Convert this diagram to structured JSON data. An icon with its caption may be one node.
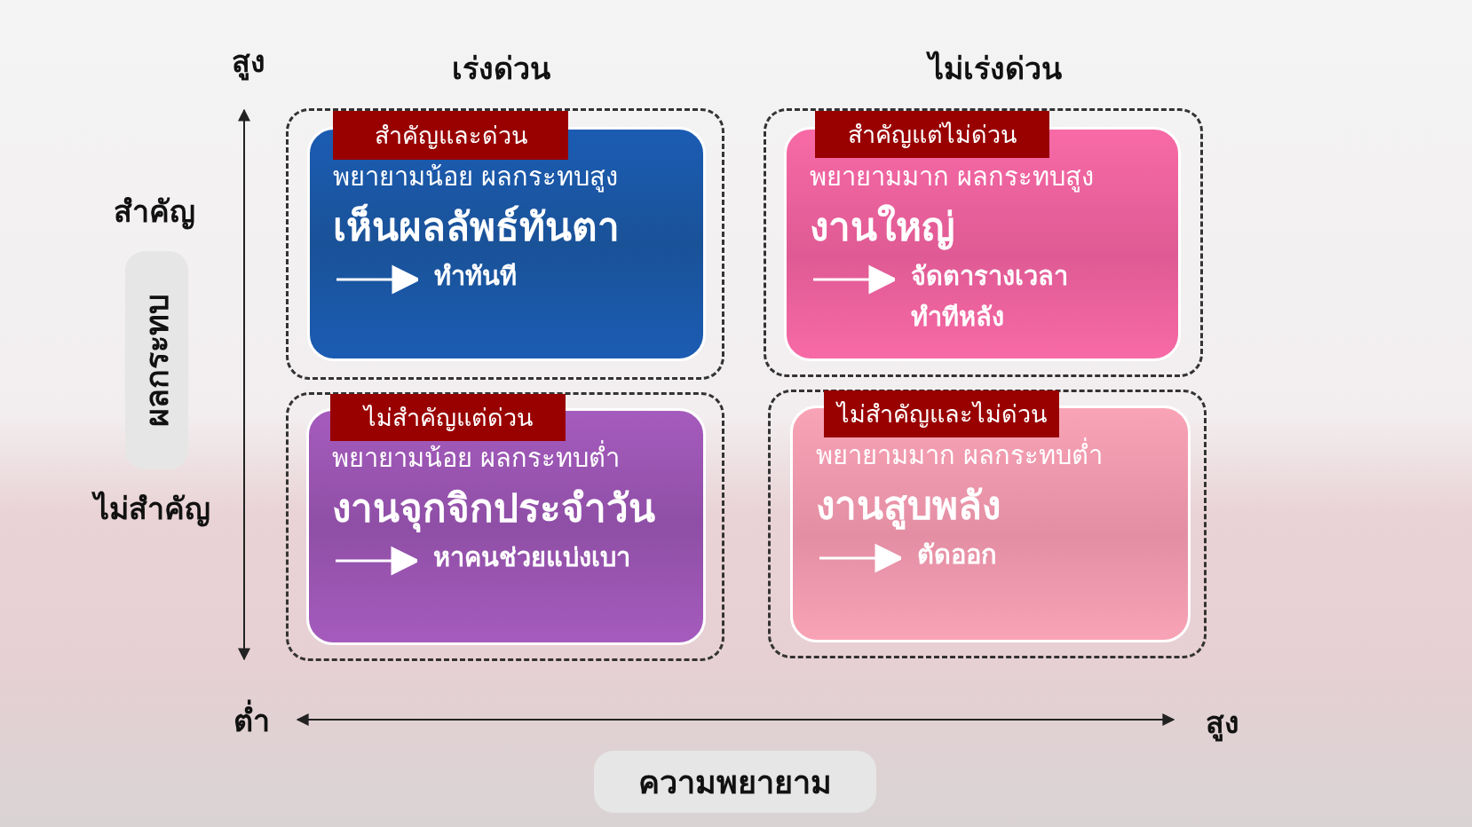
{
  "diagram": {
    "nodes": [
      {
        "text": [],
        "shape": "box"
      },
      {
        "text": [
          "สำคัญและด่วน"
        ],
        "in": 0
      },
      {
        "text": [
          "พยายามน้อย ผลกระทบสูง",
          "เห็นผลลัพธ์ทันตา",
          "ทำทันที"
        ],
        "in": 0
      },
      {
        "text": [],
        "shape": "box"
      },
      {
        "text": [
          "สำคัญแต่ไม่ด่วน"
        ],
        "in": 3
      },
      {
        "text": [
          "พยายามมาก ผลกระทบสูง",
          "งานใหญ่",
          "จัดตารางเวลาทำทีหลัง"
        ],
        "in": 3
      },
      {
        "text": [
          "ผลกระทบ"
        ]
      },
      {
        "text": [],
        "shape": "box"
      },
      {
        "text": [
          "ไม่สำคัญแต่ด่วน"
        ],
        "in": 7
      },
      {
        "text": [
          "พยายามน้อย ผลกระทบต่ำ",
          "งานจุกจิกประจำวัน",
          "หาคนช่วยแบ่งเบา"
        ],
        "in": 7
      },
      {
        "text": [],
        "shape": "box"
      },
      {
        "text": [
          "ไม่สำคัญและไม่ด่วน"
        ],
        "in": 10
      },
      {
        "text": [
          "พยายามมาก ผลกระทบต่ำ",
          "งานสูบพลัง",
          "ตัดออก"
        ],
        "in": 10
      },
      {
        "text": [
          "ความพยายาม"
        ]
      }
    ],
    "edges": [],
    "labels": [
      "สูง",
      "เร่งด่วน",
      "ไม่เร่งด่วน",
      "สำคัญ",
      "ไม่สำคัญ",
      "ต่ำ",
      "สูง"
    ]
  }
}
